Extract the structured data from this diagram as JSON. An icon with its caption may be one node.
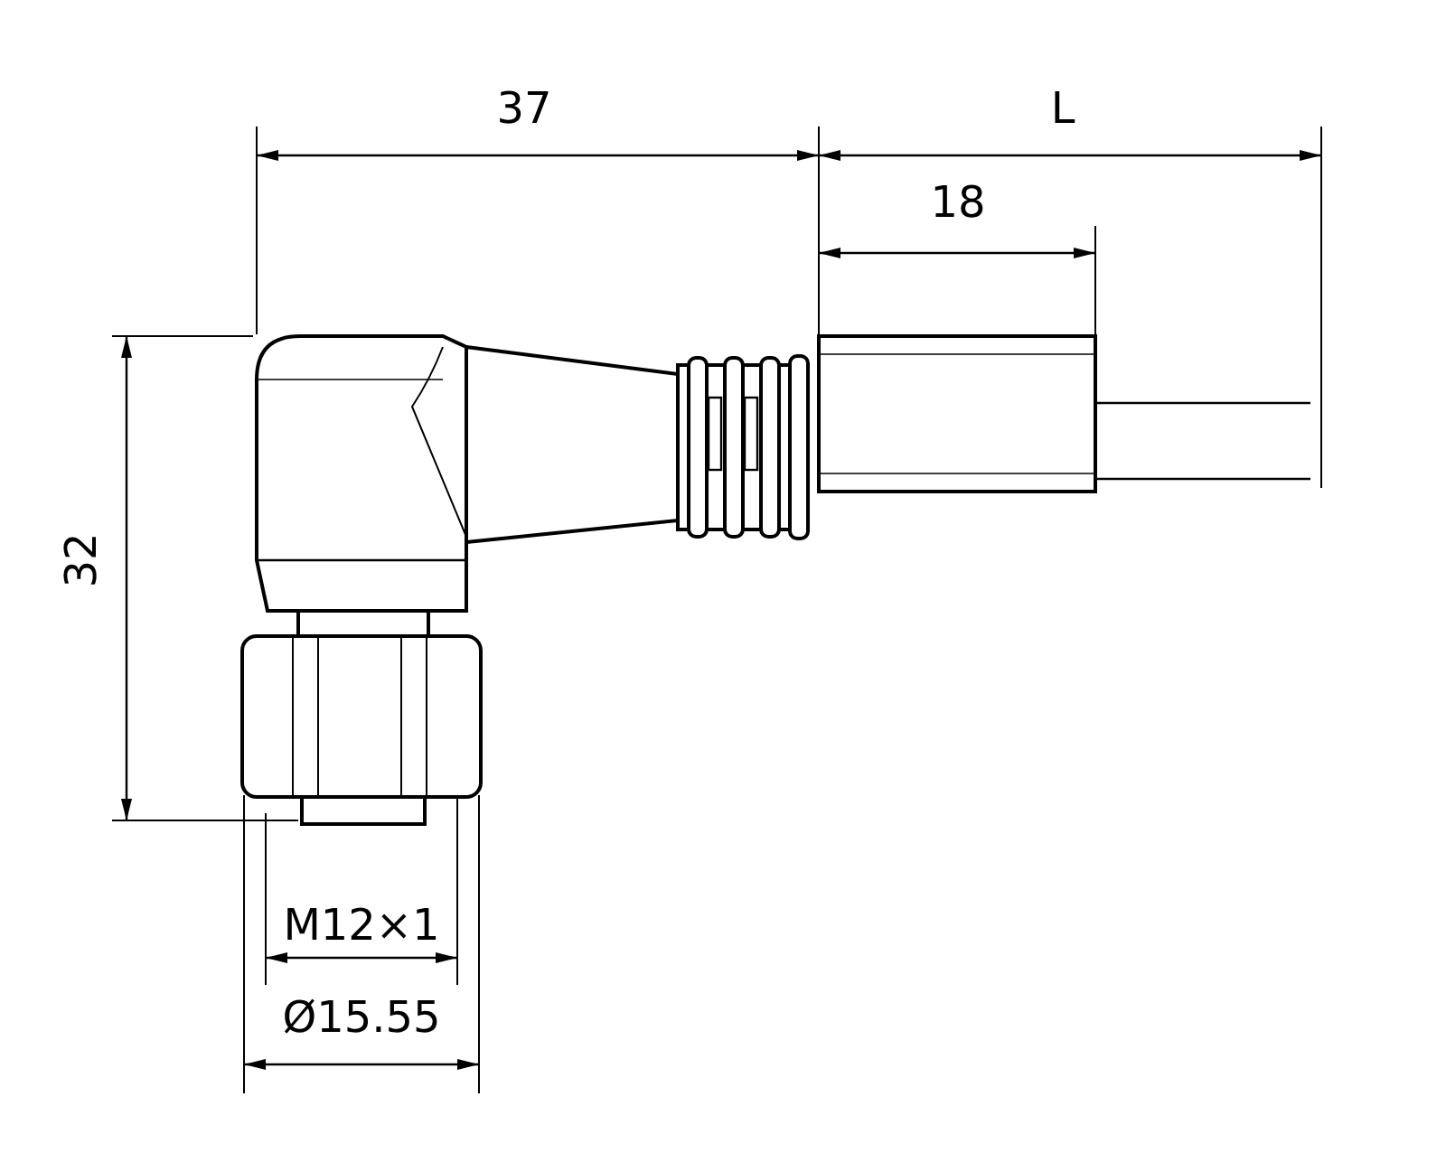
{
  "diagram": {
    "labels": [
      "37",
      "L",
      "18",
      "32",
      "M12×1",
      "Ø15.55"
    ]
  }
}
